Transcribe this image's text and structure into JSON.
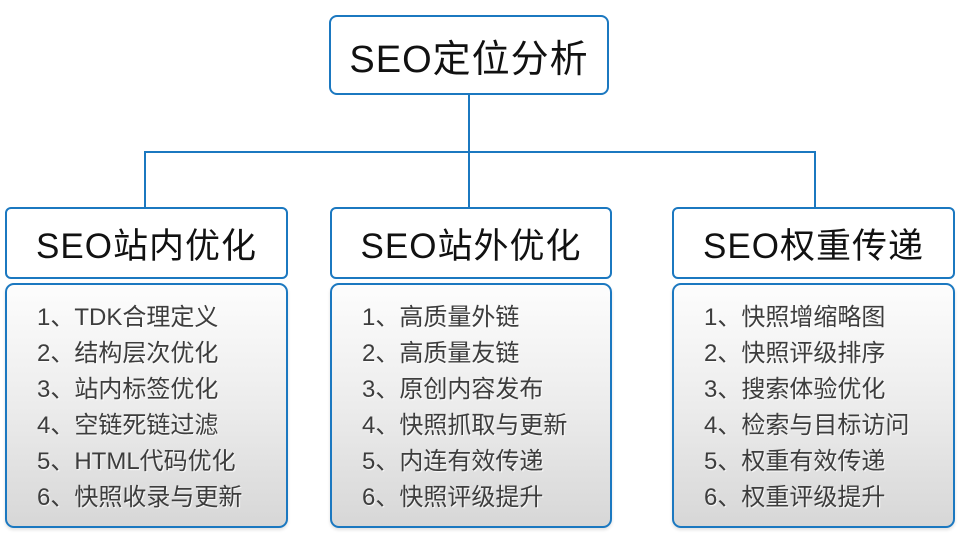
{
  "root": {
    "title": "SEO定位分析"
  },
  "columns": [
    {
      "title": "SEO站内优化",
      "items": [
        "1、TDK合理定义",
        "2、结构层次优化",
        "3、站内标签优化",
        "4、空链死链过滤",
        "5、HTML代码优化",
        "6、快照收录与更新"
      ]
    },
    {
      "title": "SEO站外优化",
      "items": [
        "1、高质量外链",
        "2、高质量友链",
        "3、原创内容发布",
        "4、快照抓取与更新",
        "5、内连有效传递",
        "6、快照评级提升"
      ]
    },
    {
      "title": "SEO权重传递",
      "items": [
        "1、快照增缩略图",
        "2、快照评级排序",
        "3、搜索体验优化",
        "4、检索与目标访问",
        "5、权重有效传递",
        "6、权重评级提升"
      ]
    }
  ],
  "colors": {
    "accent": "#1b78c0",
    "item_text": "#3d3d3d",
    "header_text": "#111111"
  }
}
